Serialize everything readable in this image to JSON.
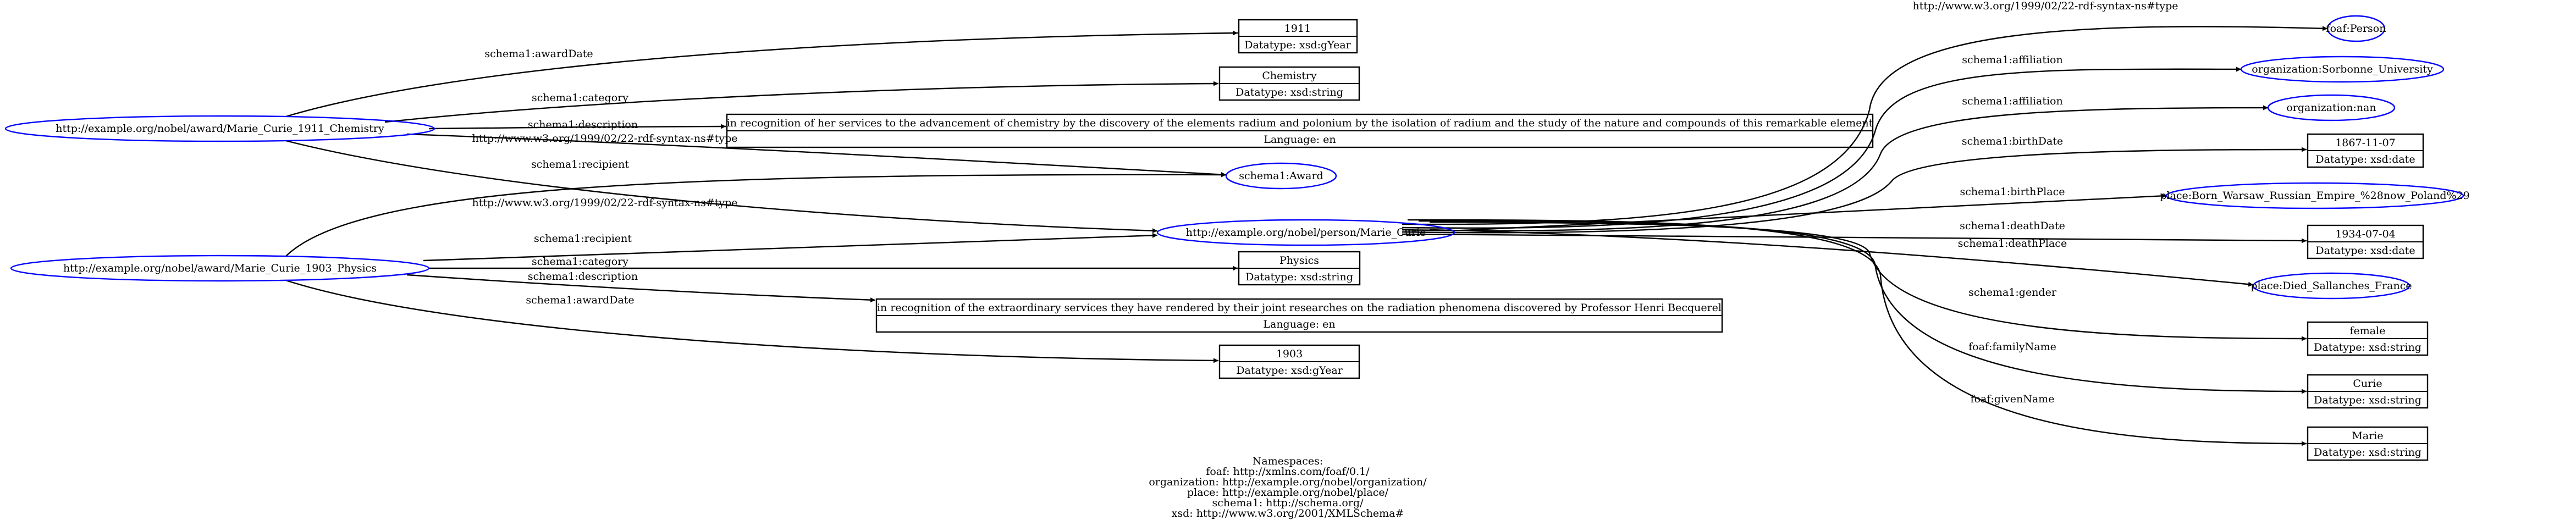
{
  "nodes": {
    "chem": "http://example.org/nobel/award/Marie_Curie_1911_Chemistry",
    "phys": "http://example.org/nobel/award/Marie_Curie_1903_Physics",
    "curie": "http://example.org/nobel/person/Marie_Curie",
    "award": "schema1:Award",
    "person": "foaf:Person",
    "sorbonne": "organization:Sorbonne_University",
    "orgnan": "organization:nan",
    "birthplace": "place:Born_Warsaw_Russian_Empire_%28now_Poland%29",
    "deathplace": "place:Died_Sallanches_France"
  },
  "literals": {
    "l1911": [
      "1911",
      "Datatype: xsd:gYear"
    ],
    "lchemistry": [
      "Chemistry",
      "Datatype: xsd:string"
    ],
    "ldesc1911": [
      "in recognition of her services to the advancement of chemistry by the discovery of the elements radium and polonium by the isolation of radium and the study of the nature and compounds of this remarkable element",
      "Language: en"
    ],
    "lphysics": [
      "Physics",
      "Datatype: xsd:string"
    ],
    "ldesc1903": [
      "in recognition of the extraordinary services they have rendered by their joint researches on the radiation phenomena discovered by Professor Henri Becquerel",
      "Language: en"
    ],
    "l1903": [
      "1903",
      "Datatype: xsd:gYear"
    ],
    "lbirth": [
      "1867-11-07",
      "Datatype: xsd:date"
    ],
    "ldeath": [
      "1934-07-04",
      "Datatype: xsd:date"
    ],
    "lgender": [
      "female",
      "Datatype: xsd:string"
    ],
    "lfamily": [
      "Curie",
      "Datatype: xsd:string"
    ],
    "lgiven": [
      "Marie",
      "Datatype: xsd:string"
    ]
  },
  "edge_labels": {
    "chem_award_date": "schema1:awardDate",
    "chem_category": "schema1:category",
    "chem_description": "schema1:description",
    "chem_type": "http://www.w3.org/1999/02/22-rdf-syntax-ns#type",
    "chem_recipient": "schema1:recipient",
    "phys_type": "http://www.w3.org/1999/02/22-rdf-syntax-ns#type",
    "phys_recipient": "schema1:recipient",
    "phys_category": "schema1:category",
    "phys_description": "schema1:description",
    "phys_award_date": "schema1:awardDate",
    "curie_type": "http://www.w3.org/1999/02/22-rdf-syntax-ns#type",
    "curie_affiliation_1": "schema1:affiliation",
    "curie_affiliation_2": "schema1:affiliation",
    "curie_birth_date": "schema1:birthDate",
    "curie_birth_place": "schema1:birthPlace",
    "curie_death_date": "schema1:deathDate",
    "curie_death_place": "schema1:deathPlace",
    "curie_gender": "schema1:gender",
    "curie_family_name": "foaf:familyName",
    "curie_given_name": "foaf:givenName"
  },
  "namespaces": {
    "title": "Namespaces:",
    "lines": [
      "foaf: http://xmlns.com/foaf/0.1/",
      "organization: http://example.org/nobel/organization/",
      "place: http://example.org/nobel/place/",
      "schema1: http://schema.org/",
      "xsd: http://www.w3.org/2001/XMLSchema#"
    ]
  },
  "colors": {
    "uri_node_stroke": "#0000ff",
    "literal_stroke": "#000000",
    "edge": "#000000"
  }
}
